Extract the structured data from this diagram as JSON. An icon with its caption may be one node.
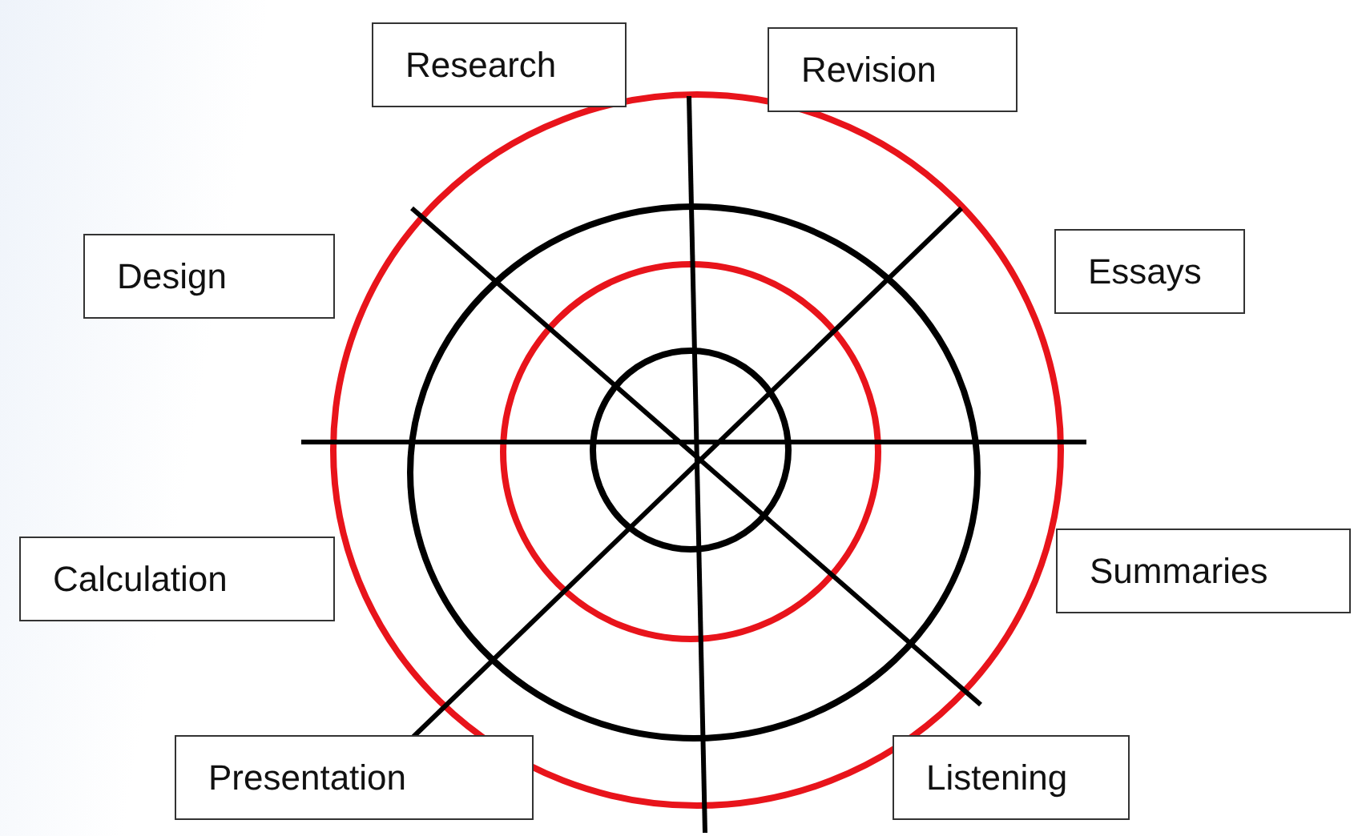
{
  "diagram": {
    "nodes": [
      {
        "text": [
          "Research"
        ]
      },
      {
        "text": [
          "Revision"
        ]
      },
      {
        "text": [
          "Design"
        ]
      },
      {
        "text": [
          "Essays"
        ]
      },
      {
        "text": [
          "Calculation"
        ]
      },
      {
        "text": [
          "Summaries"
        ]
      },
      {
        "text": [
          "Presentation"
        ]
      },
      {
        "text": [
          "Listening"
        ]
      }
    ]
  }
}
